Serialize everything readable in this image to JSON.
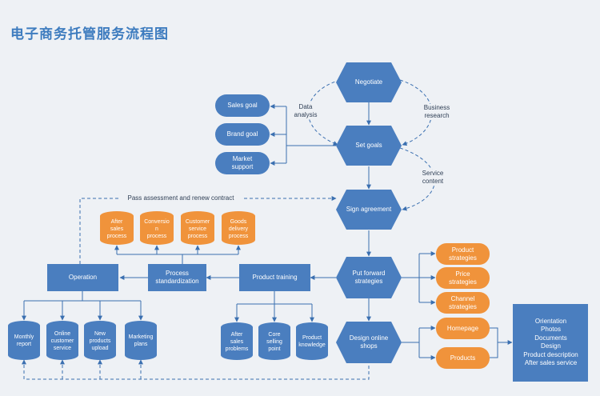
{
  "title": "电子商务托管服务流程图",
  "colors": {
    "blue": "#4a7ebf",
    "orange": "#f0933b",
    "line": "#3a6fb0",
    "title": "#3e7cbf"
  },
  "nodes": {
    "negotiate": "Negotiate",
    "set_goals": "Set goals",
    "sign_agreement": "Sign agreement",
    "put_forward": "Put forward\nstrategies",
    "design_shops": "Design online\nshops",
    "sales_goal": "Sales goal",
    "brand_goal": "Brand goal",
    "market_support": "Market\nsupport",
    "product_strategies": "Product\nstrategies",
    "price_strategies": "Price\nstrategies",
    "channel_strategies": "Channel\nstrategies",
    "homepage": "Homepage",
    "products": "Products",
    "operation": "Operation",
    "process_std": "Process\nstandardization",
    "product_training": "Product training",
    "after_sales_process": "After\nsales\nprocess",
    "conversion_process": "Conversio\nn\nprocess",
    "customer_service_process": "Customer\nservice\nprocess",
    "goods_delivery_process": "Goods\ndelivery\nprocess",
    "after_sales_problems": "After\nsales\nproblems",
    "core_selling_point": "Core\nselling\npoint",
    "product_knowledge": "Product\nknowledge",
    "monthly_report": "Monthly\nreport",
    "online_customer_service": "Online\ncustomer\nservice",
    "new_products_upload": "New\nproducts\nupload",
    "marketing_plans": "Marketing\nplans"
  },
  "notes": {
    "data_analysis": "Data\nanalysis",
    "business_research": "Business\nresearch",
    "service_content": "Service\ncontent",
    "pass_assessment": "Pass assessment and renew contract"
  },
  "panel": [
    "Orientation",
    "Photos",
    "Documents",
    "Design",
    "Product description",
    "After sales service"
  ]
}
